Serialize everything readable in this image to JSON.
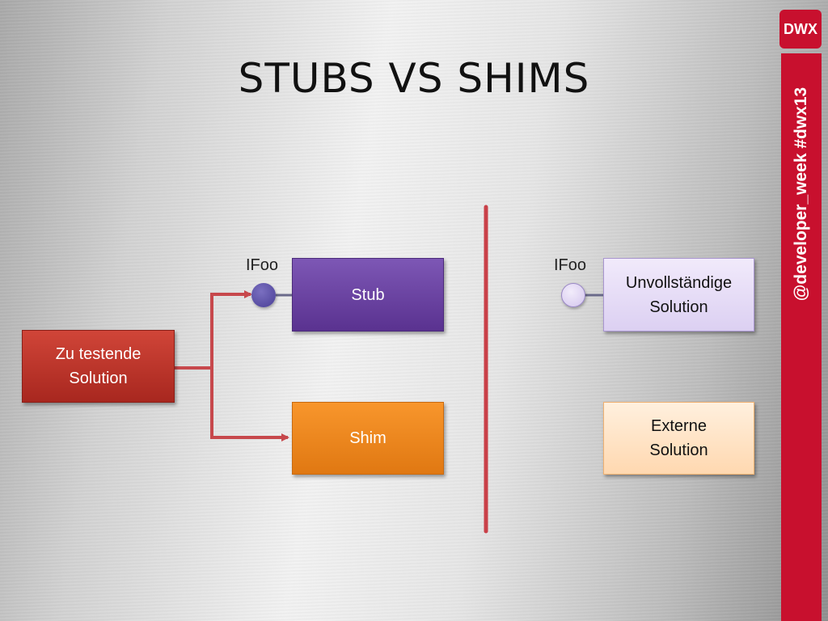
{
  "slide": {
    "title": "STUBS VS SHIMS"
  },
  "diagram": {
    "left": {
      "solution_label": "Zu testende\nSolution",
      "interface_label": "IFoo",
      "stub_label": "Stub",
      "shim_label": "Shim"
    },
    "right": {
      "interface_label": "IFoo",
      "incomplete_label": "Unvollständige\nSolution",
      "external_label": "Externe\nSolution"
    },
    "colors": {
      "solution": "#c0392b",
      "stub": "#6a3d9a",
      "shim": "#f28a1f",
      "incomplete": "#e6dcf5",
      "external": "#ffe2c2",
      "divider": "#c94048",
      "arrow": "#c7484c"
    }
  },
  "branding": {
    "logo_text": "DWX",
    "vertical_text": "@developer_week #dwx13",
    "color": "#c8102e"
  }
}
